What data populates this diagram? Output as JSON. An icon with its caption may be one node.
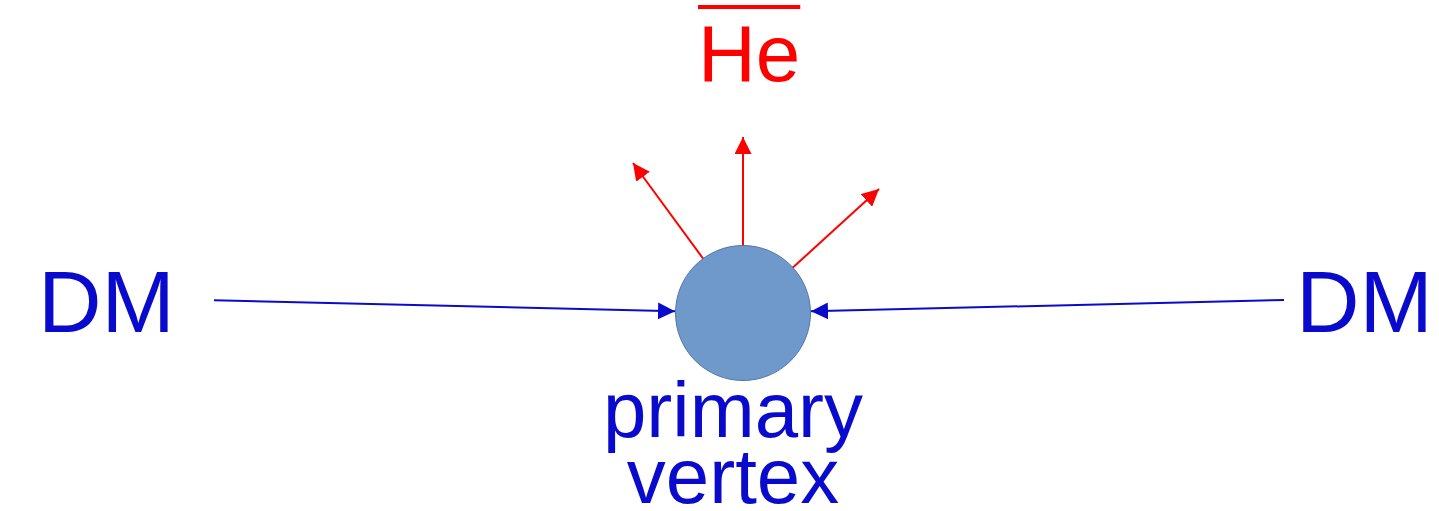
{
  "diagram": {
    "nodes": [
      {
        "text": [
          "DM"
        ]
      },
      {
        "text": [],
        "shape": "circle",
        "beside": [
          "primary vertex"
        ]
      },
      {
        "text": [
          "DM"
        ]
      }
    ],
    "edges": [
      {
        "from": 0,
        "to": 1,
        "arrow": "to",
        "color": "#0a0acc"
      },
      {
        "from": 2,
        "to": 1,
        "arrow": "to",
        "color": "#0a0acc"
      },
      {
        "from": 1,
        "to": null,
        "arrow": "to",
        "color": "#ff0000"
      },
      {
        "from": 1,
        "to": null,
        "arrow": "to",
        "color": "#ff0000"
      },
      {
        "from": 1,
        "to": null,
        "arrow": "to",
        "color": "#ff0000"
      }
    ],
    "labels": [
      "He"
    ]
  }
}
